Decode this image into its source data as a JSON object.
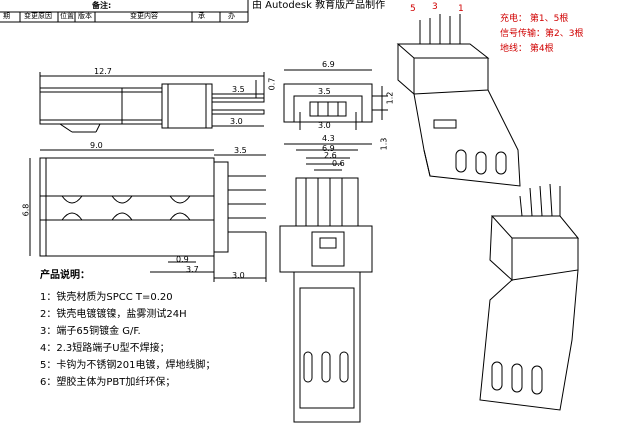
{
  "title_block": {
    "remark_label": "备注:",
    "title": "由 Autodesk 教育版产品制作",
    "columns": [
      "期",
      "变更原因",
      "位置",
      "版本",
      "变更内容",
      "承",
      "办"
    ]
  },
  "dimensions": {
    "total_length": "12.7",
    "pin_extend_1": "3.5",
    "tail_thk": "0.7",
    "tab_1": "3.0",
    "shell_length": "9.0",
    "pin_extend_2": "3.5",
    "shell_height": "6.8",
    "latch_1": "0.9",
    "latch_2": "3.7",
    "tab_2": "3.0",
    "front_width": "6.9",
    "front_inner_1": "3.5",
    "front_height": "1.2",
    "front_inner_2": "3.0",
    "pitch_total": "4.3",
    "pitch_a": "1.3",
    "pitch_b": "6.9",
    "pitch_c": "2.6",
    "pitch_d": "0.6"
  },
  "legend": {
    "line1": "充电：  第1、5根",
    "line2": "信号传输：第2、3根",
    "line3": "地线：  第4根"
  },
  "pin_labels": [
    "5",
    "3",
    "1"
  ],
  "notes": {
    "header": "产品说明：",
    "items": [
      "1：铁壳材质为SPCC  T=0.20",
      "2：铁壳电镀镀镍，盐雾测试24H",
      "3：端子65铜镀金 G/F.",
      "4：2.3短路端子U型不焊接；",
      "5：卡钩为不锈钢201电镀，焊地线脚；",
      "6：塑胶主体为PBT加纤环保；"
    ]
  },
  "colors": {
    "accent": "#d00000",
    "line": "#000000"
  }
}
